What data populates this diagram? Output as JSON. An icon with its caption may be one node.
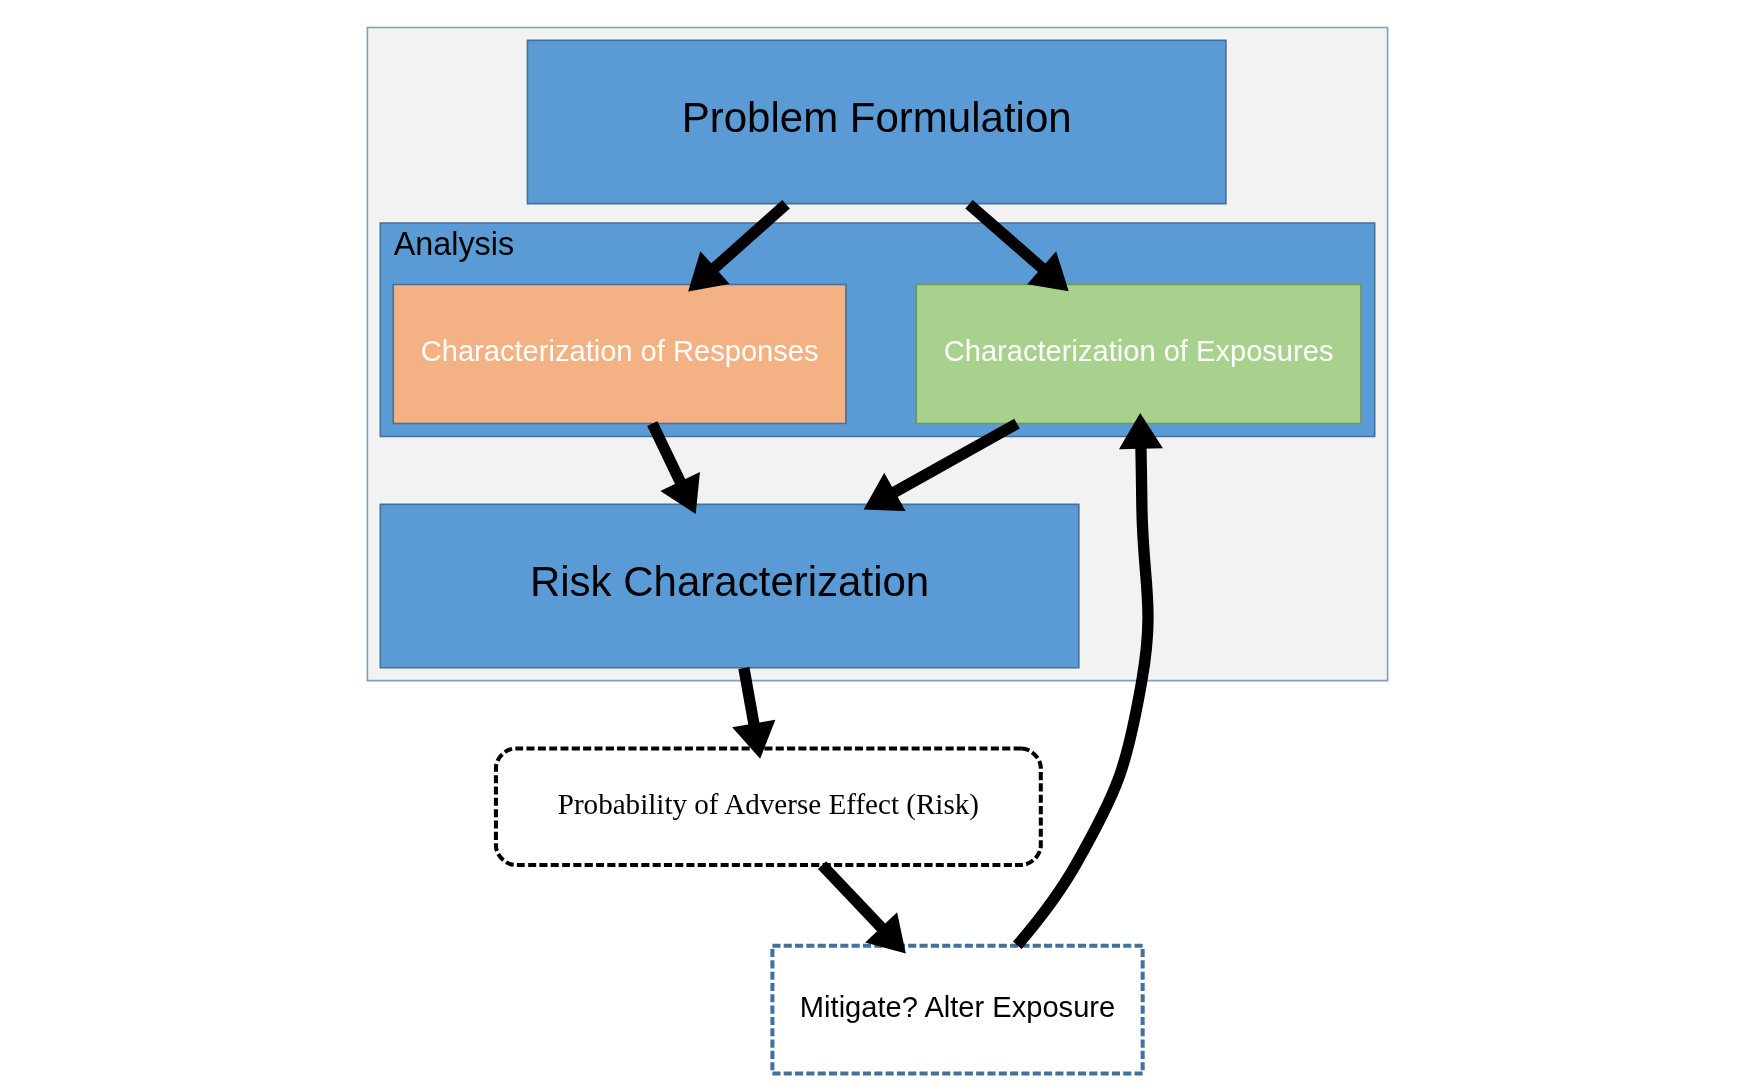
{
  "diagram": {
    "nodes": [
      {
        "text": [],
        "shape": "box"
      },
      {
        "text": [
          "Problem Formulation"
        ],
        "in": 0
      },
      {
        "text": [
          "Analysis"
        ],
        "in": 0
      },
      {
        "text": [
          "Characterization of Exposures"
        ],
        "in": 2
      },
      {
        "text": [
          "Characterization of Responses"
        ],
        "in": 2
      },
      {
        "text": [
          "Risk Characterization"
        ],
        "in": 0
      },
      {
        "text": [
          "Mitigate? Alter Exposure"
        ]
      },
      {
        "text": [
          "Probability of Adverse Effect (Risk)"
        ]
      }
    ],
    "edges": [
      {
        "from": 1,
        "to": 3,
        "arrow": "to"
      },
      {
        "from": 1,
        "to": 4,
        "arrow": "to"
      },
      {
        "from": 3,
        "to": 5,
        "arrow": "to"
      },
      {
        "from": 4,
        "to": 5,
        "arrow": "to"
      },
      {
        "from": 5,
        "to": 7,
        "arrow": "to"
      },
      {
        "from": 7,
        "to": 6,
        "arrow": "to"
      },
      {
        "from": 6,
        "to": 3,
        "arrow": "to"
      }
    ]
  }
}
